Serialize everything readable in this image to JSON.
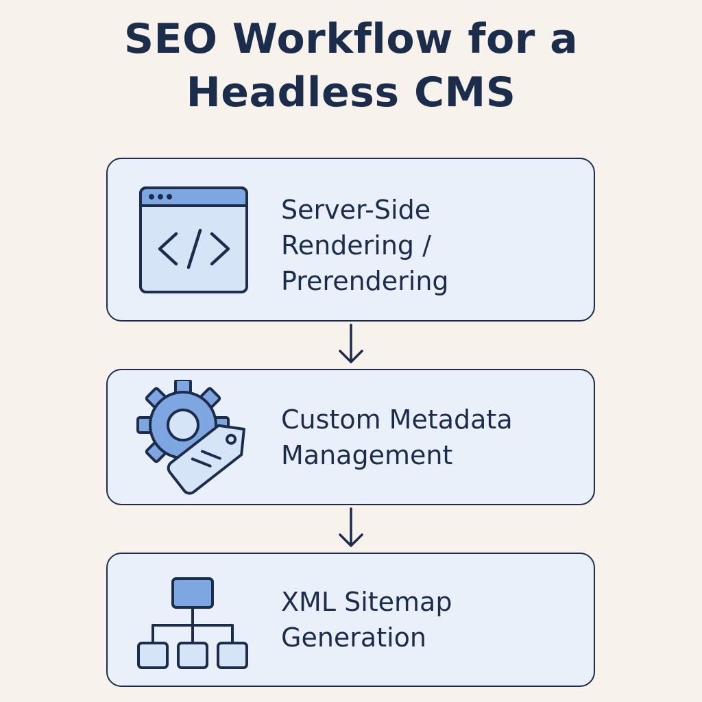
{
  "title": {
    "line1": "SEO Workflow for a",
    "line2": "Headless CMS"
  },
  "steps": [
    {
      "icon": "browser-code-icon",
      "lines": [
        "Server-Side",
        "Rendering /",
        "Prerendering"
      ]
    },
    {
      "icon": "gear-tag-icon",
      "lines": [
        "Custom Metadata",
        "Management"
      ]
    },
    {
      "icon": "sitemap-icon",
      "lines": [
        "XML Sitemap",
        "Generation"
      ]
    }
  ],
  "colors": {
    "background": "#f8f2ec",
    "card_fill": "#e9f0f9",
    "outline": "#1b2d4a",
    "accent": "#7ea6e0",
    "accent_light": "#d6e4f7"
  }
}
